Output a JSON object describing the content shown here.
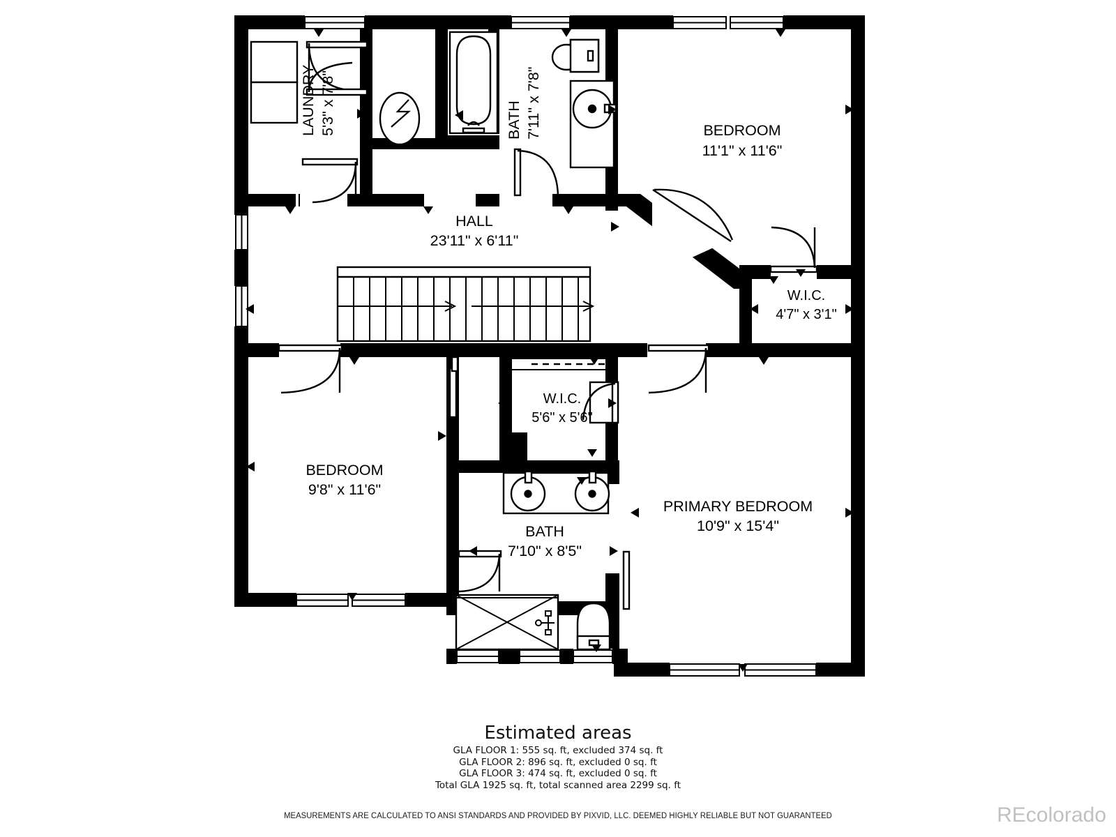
{
  "document": {
    "type": "floor-plan",
    "level_description": "Upper level floor plan"
  },
  "rooms": [
    {
      "id": "laundry",
      "label": "LAUNDRY",
      "dimensions": "5'3\" x 7'8\"",
      "rotated": true
    },
    {
      "id": "bath-upper",
      "label": "BATH",
      "dimensions": "7'11\" x 7'8\"",
      "rotated": true
    },
    {
      "id": "bedroom-top",
      "label": "BEDROOM",
      "dimensions": "11'1\" x 11'6\"",
      "rotated": false
    },
    {
      "id": "hall",
      "label": "HALL",
      "dimensions": "23'11\" x 6'11\"",
      "rotated": false
    },
    {
      "id": "wic-top",
      "label": "W.I.C.",
      "dimensions": "4'7\" x 3'1\"",
      "rotated": false
    },
    {
      "id": "bedroom-left",
      "label": "BEDROOM",
      "dimensions": "9'8\" x 11'6\"",
      "rotated": false
    },
    {
      "id": "wic-primary",
      "label": "W.I.C.",
      "dimensions": "5'6\" x 5'6\"",
      "rotated": false
    },
    {
      "id": "bath-primary",
      "label": "BATH",
      "dimensions": "7'10\" x 8'5\"",
      "rotated": false
    },
    {
      "id": "primary-bedroom",
      "label": "PRIMARY BEDROOM",
      "dimensions": "10'9\" x 15'4\"",
      "rotated": false
    }
  ],
  "areas": {
    "title": "Estimated areas",
    "lines": [
      "GLA FLOOR 1: 555 sq. ft, excluded 374 sq. ft",
      "GLA FLOOR 2: 896 sq. ft, excluded 0 sq. ft",
      "GLA FLOOR 3: 474 sq. ft, excluded 0 sq. ft",
      "Total GLA 1925 sq. ft, total scanned area 2299 sq. ft"
    ]
  },
  "disclaimer": "MEASUREMENTS ARE CALCULATED TO ANSI STANDARDS AND PROVIDED BY PIXVID, LLC. DEEMED HIGHLY RELIABLE BUT NOT GUARANTEED",
  "watermark": {
    "prefix": "RE",
    "suffix": "colorado"
  },
  "colors": {
    "wall": "#000000",
    "background": "#ffffff",
    "fixture_stroke": "#000000",
    "watermark": "#b9bcc0"
  },
  "fixtures": [
    {
      "name": "washer-dryer",
      "room": "laundry"
    },
    {
      "name": "water-heater",
      "room": "utility-closet"
    },
    {
      "name": "bathtub",
      "room": "bath-upper"
    },
    {
      "name": "toilet",
      "room": "bath-upper"
    },
    {
      "name": "sink-vanity",
      "room": "bath-upper"
    },
    {
      "name": "staircase",
      "room": "hall"
    },
    {
      "name": "double-vanity-sinks",
      "room": "bath-primary"
    },
    {
      "name": "shower-stall",
      "room": "bath-primary"
    },
    {
      "name": "toilet",
      "room": "bath-primary"
    }
  ]
}
